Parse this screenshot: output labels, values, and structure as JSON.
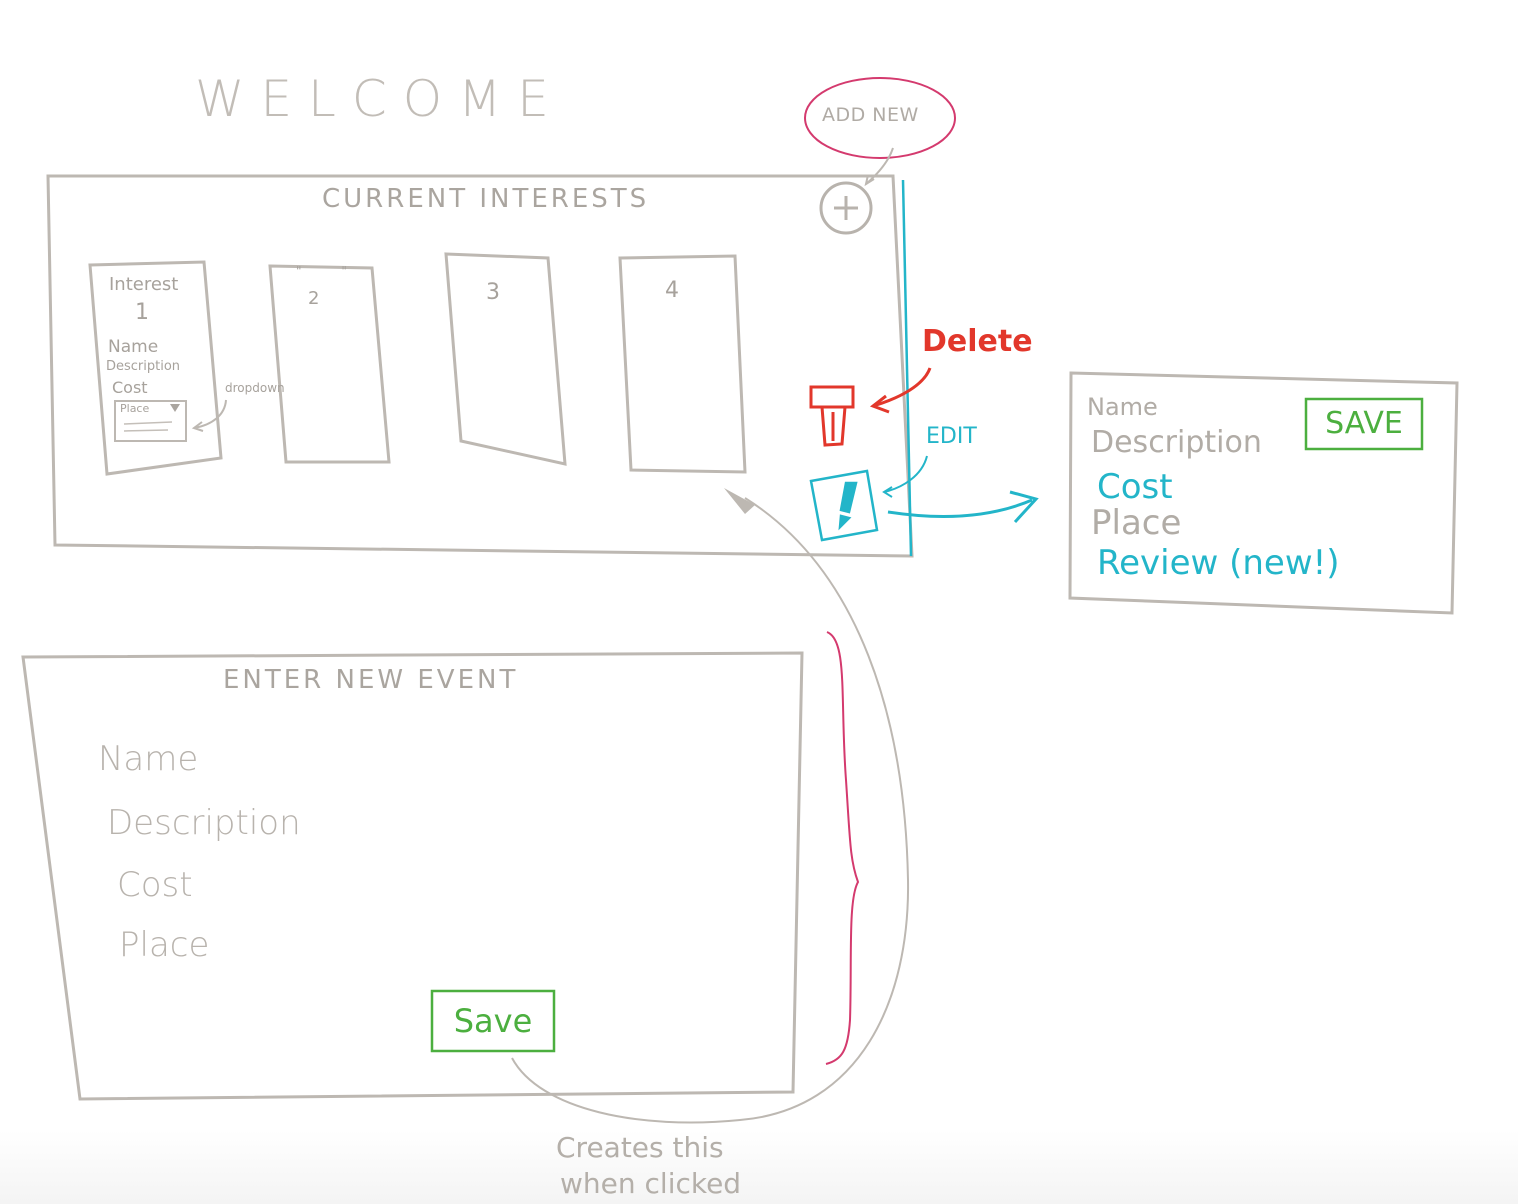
{
  "header": {
    "title": "WELCOME"
  },
  "add_new": {
    "label": "ADD NEW"
  },
  "interests": {
    "title": "CURRENT INTERESTS",
    "card1": {
      "title": "Interest",
      "number": "1",
      "fields": [
        "Name",
        "Description",
        "Cost"
      ],
      "place_select": "Place",
      "dropdown_note": "dropdown"
    },
    "card2": {
      "ditto": "\" \"",
      "number": "2"
    },
    "card3": {
      "number": "3"
    },
    "card4": {
      "number": "4"
    }
  },
  "annotations": {
    "delete": "Delete",
    "edit": "EDIT",
    "creates_line1": "Creates this",
    "creates_line2": "when clicked"
  },
  "edit_panel": {
    "name": "Name",
    "description": "Description",
    "cost": "Cost",
    "place": "Place",
    "review": "Review (new!)",
    "save": "SAVE"
  },
  "new_event": {
    "title": "ENTER NEW EVENT",
    "fields": [
      "Name",
      "Description",
      "Cost",
      "Place"
    ],
    "save": "Save"
  },
  "colors": {
    "sketch_grey": "#bdb8b2",
    "teal": "#23b5c9",
    "red": "#e2372b",
    "green": "#4caf3f",
    "magenta": "#d43a6e"
  }
}
